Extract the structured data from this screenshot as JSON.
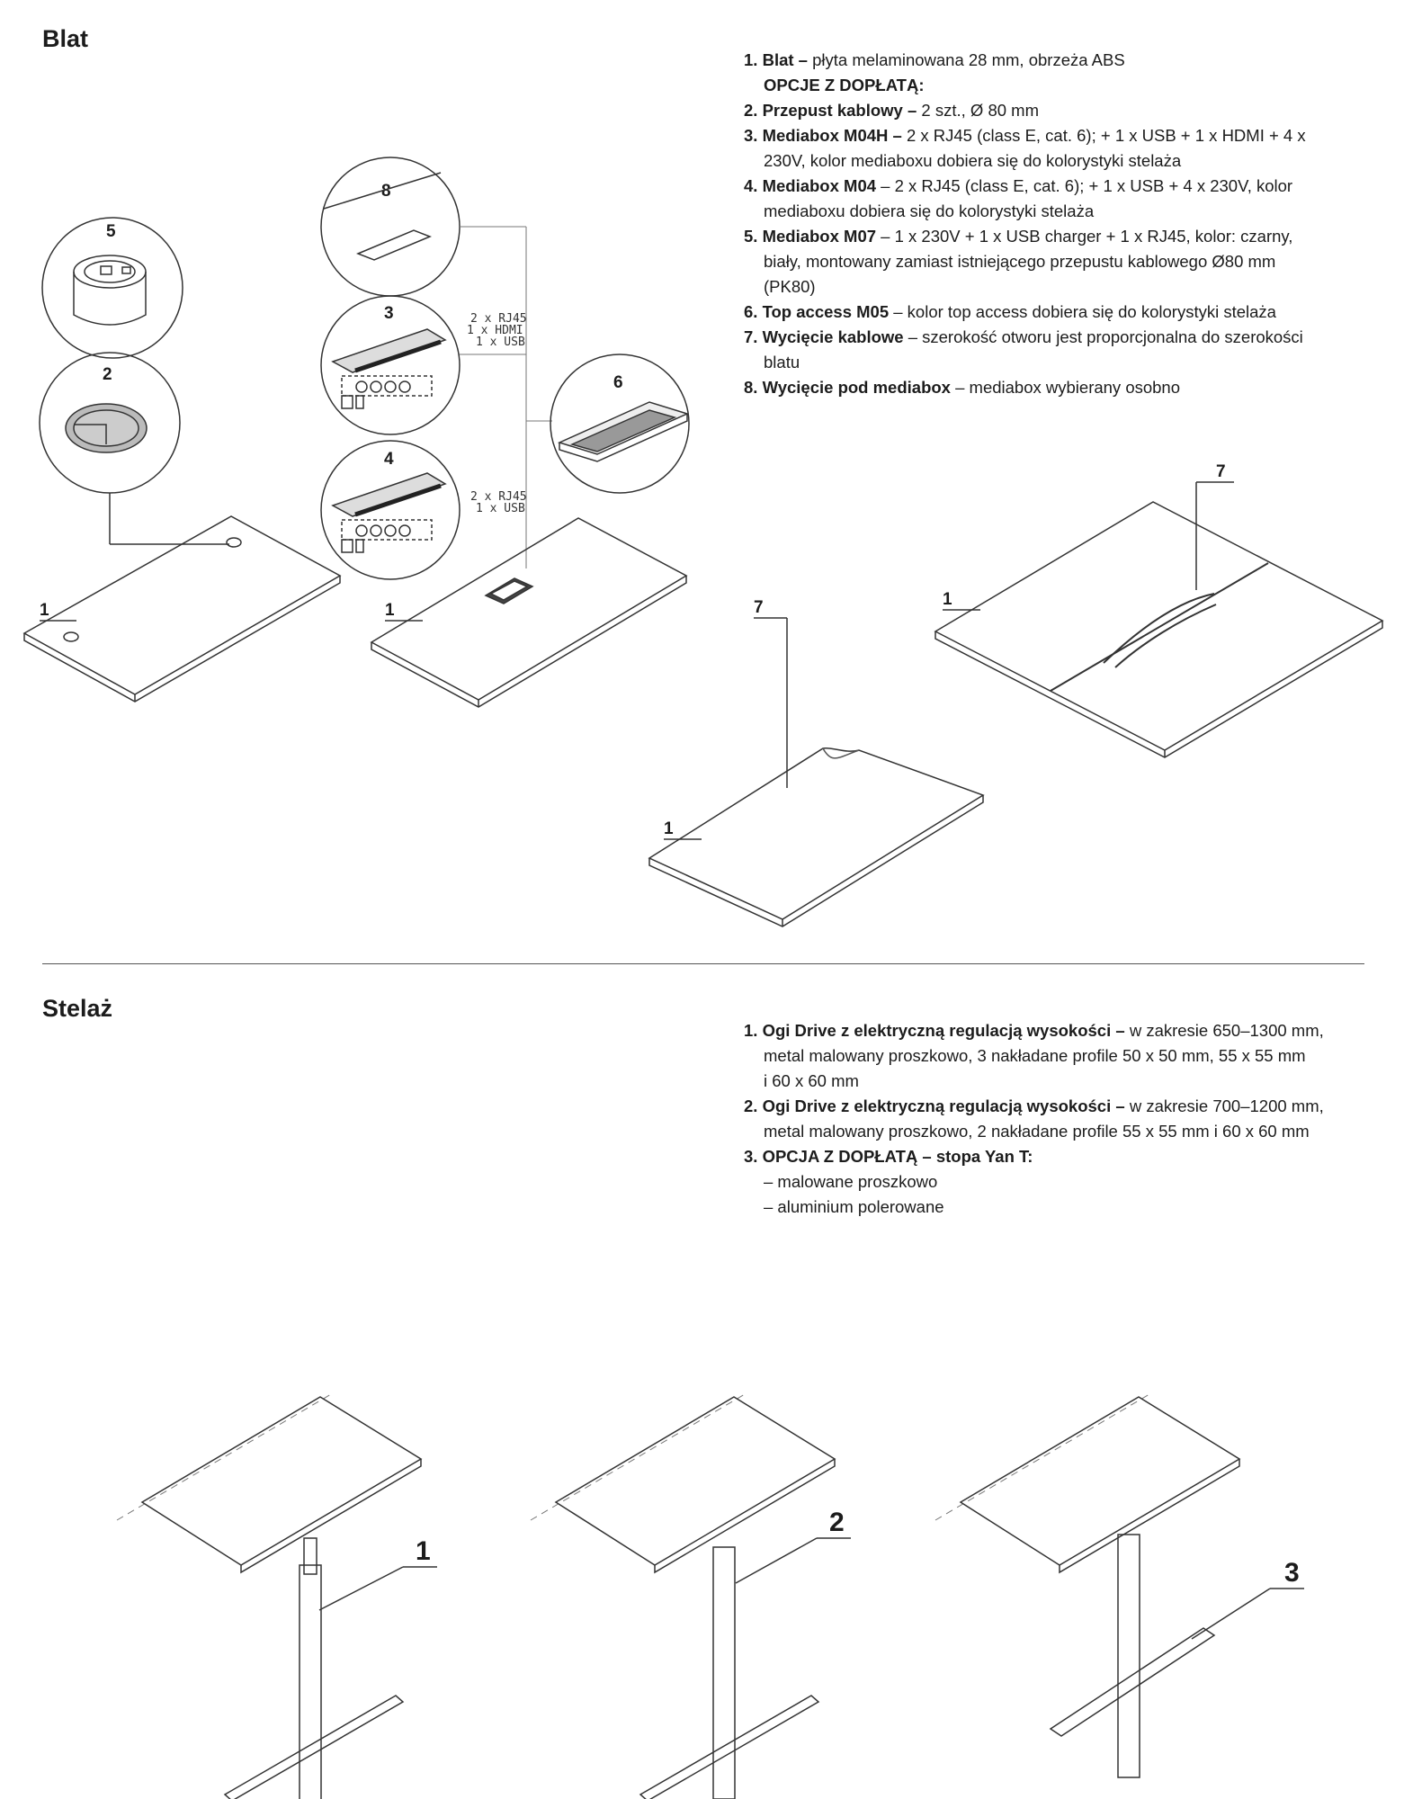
{
  "sections": {
    "top": {
      "title": "Blat",
      "items": [
        {
          "num": "1.",
          "label": "Blat –",
          "text": "płyta melaminowana 28 mm, obrzeża ABS"
        },
        {
          "options_header": "OPCJE Z DOPŁATĄ:"
        },
        {
          "num": "2.",
          "label": "Przepust kablowy –",
          "text": "2 szt., Ø 80 mm"
        },
        {
          "num": "3.",
          "label": "Mediabox M04H –",
          "text": "2 x RJ45 (class E, cat. 6); + 1 x USB + 1 x HDMI + 4 x",
          "cont": "230V, kolor mediaboxu dobiera się do kolorystyki stelaża"
        },
        {
          "num": "4.",
          "label": "Mediabox M04",
          "text": "– 2 x RJ45 (class E, cat. 6); + 1 x USB + 4 x 230V, kolor",
          "cont": "mediaboxu dobiera się do kolorystyki stelaża"
        },
        {
          "num": "5.",
          "label": "Mediabox M07",
          "text": "– 1 x 230V + 1 x USB charger + 1 x RJ45, kolor: czarny,",
          "cont": "biały, montowany zamiast istniejącego przepustu kablowego Ø80 mm",
          "cont2": "(PK80)"
        },
        {
          "num": "6.",
          "label": "Top access M05",
          "text": "– kolor top access dobiera się do kolorystyki stelaża"
        },
        {
          "num": "7.",
          "label": "Wycięcie kablowe",
          "text": "– szerokość otworu jest proporcjonalna do szerokości",
          "cont": "blatu"
        },
        {
          "num": "8.",
          "label": "Wycięcie pod mediabox",
          "text": "– mediabox wybierany osobno"
        }
      ]
    },
    "bottom": {
      "title": "Stelaż",
      "items": [
        {
          "num": "1.",
          "label": "Ogi Drive z elektryczną regulacją wysokości –",
          "text": "w zakresie 650–1300 mm,",
          "cont": "metal malowany proszkowo, 3 nakładane profile 50 x 50 mm, 55 x 55 mm",
          "cont2": "i 60 x 60 mm"
        },
        {
          "num": "2.",
          "label": "Ogi Drive z elektryczną regulacją wysokości –",
          "text": "w zakresie 700–1200 mm,",
          "cont": "metal malowany proszkowo, 2 nakładane profile 55 x 55 mm i 60 x 60 mm"
        },
        {
          "num": "3.",
          "label": "OPCJA Z DOPŁATĄ – stopa Yan T:",
          "text": "",
          "subs": [
            "– malowane proszkowo",
            "– aluminium polerowane"
          ]
        }
      ]
    }
  },
  "callouts": {
    "c1": "1",
    "c2": "2",
    "c3": "3",
    "c4": "4",
    "c5": "5",
    "c6": "6",
    "c7": "7",
    "c8": "8"
  },
  "port_labels": {
    "m04h": [
      "2 x RJ45",
      "1 x HDMI",
      "1 x USB"
    ],
    "m04": [
      "2 x RJ45",
      "1 x USB"
    ]
  },
  "frame_labels": [
    "1",
    "2",
    "3"
  ],
  "colors": {
    "ink": "#1c1c1c",
    "line": "#555555"
  }
}
